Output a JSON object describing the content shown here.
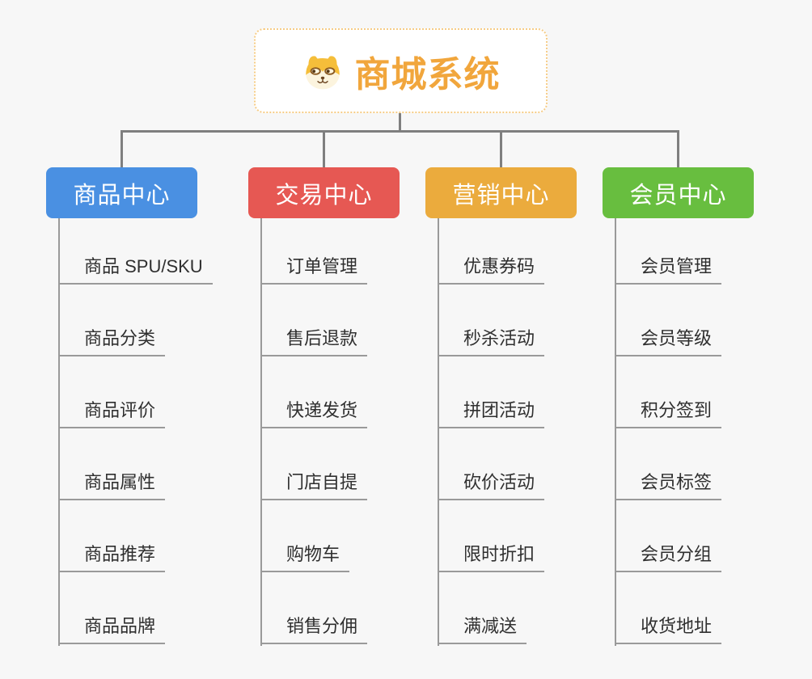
{
  "root": {
    "title": "商城系统",
    "icon": "shiba-dog-icon"
  },
  "branches": [
    {
      "label": "商品中心",
      "color": "#4a90e2",
      "children": [
        "商品 SPU/SKU",
        "商品分类",
        "商品评价",
        "商品属性",
        "商品推荐",
        "商品品牌"
      ]
    },
    {
      "label": "交易中心",
      "color": "#e65853",
      "children": [
        "订单管理",
        "售后退款",
        "快递发货",
        "门店自提",
        "购物车",
        "销售分佣"
      ]
    },
    {
      "label": "营销中心",
      "color": "#ebab3d",
      "children": [
        "优惠券码",
        "秒杀活动",
        "拼团活动",
        "砍价活动",
        "限时折扣",
        "满减送"
      ]
    },
    {
      "label": "会员中心",
      "color": "#68be3f",
      "children": [
        "会员管理",
        "会员等级",
        "积分签到",
        "会员标签",
        "会员分组",
        "收货地址"
      ]
    }
  ],
  "colors": {
    "background": "#f7f7f7",
    "connector": "#7f7f7f",
    "branch_line": "#9a9a9a",
    "root_text": "#f1a63c",
    "root_border": "#f6cc86",
    "leaf_text": "#2f2f2f",
    "icon_yellow": "#f5be3a",
    "icon_cream": "#fcf4de",
    "icon_brown": "#6b4420"
  }
}
